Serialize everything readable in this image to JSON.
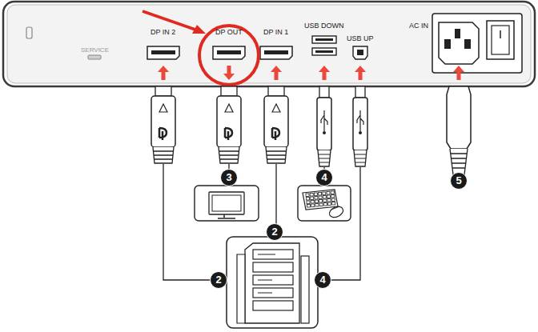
{
  "diagram": {
    "nodes": [
      {
        "text": [
          "DP IN 2"
        ]
      },
      {
        "text": [
          "DP OUT"
        ]
      },
      {
        "text": [
          "DP IN 1"
        ]
      },
      {
        "text": [
          "USB DOWN"
        ]
      },
      {
        "text": [
          "USB UP"
        ]
      },
      {
        "text": [
          "AC IN"
        ]
      }
    ],
    "labels": [
      "SERVICE",
      "3",
      "4",
      "5",
      "2",
      "2",
      "4"
    ]
  }
}
